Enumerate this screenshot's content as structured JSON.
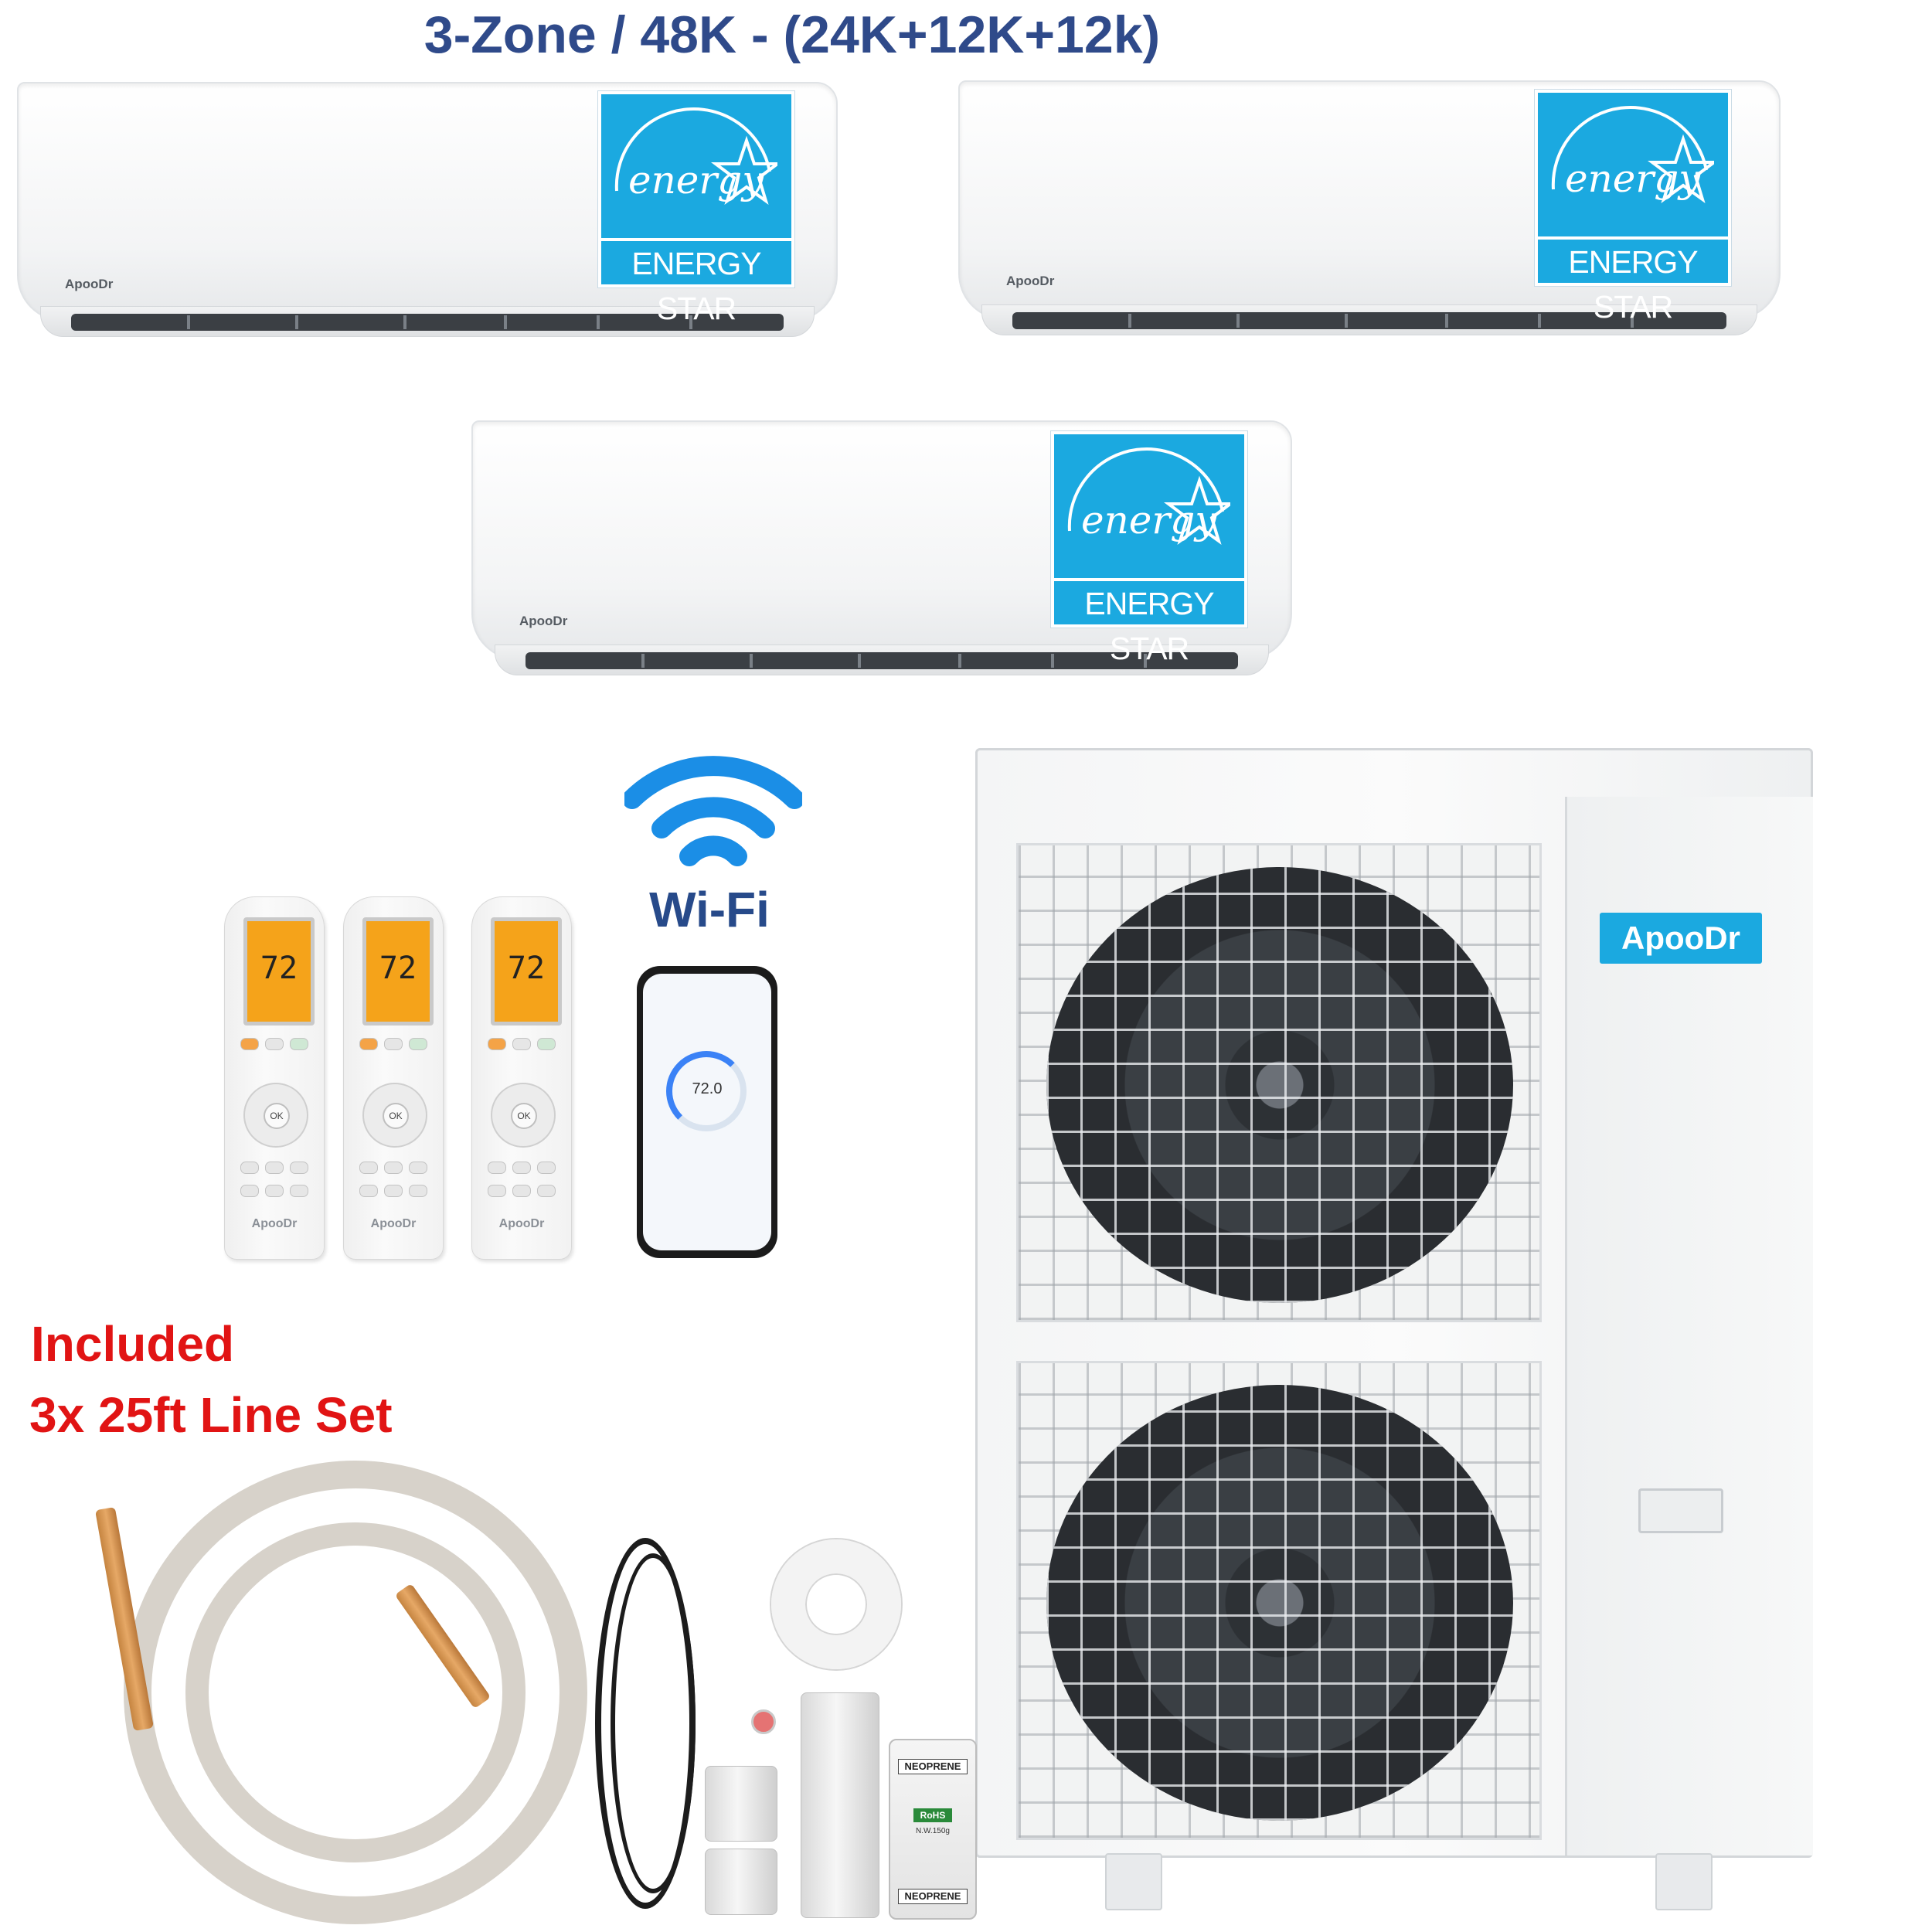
{
  "title": "3-Zone / 48K - (24K+12K+12k)",
  "indoor_units": [
    {
      "brand": "ApooDr",
      "badge_script": "energy",
      "badge_label": "ENERGY STAR"
    },
    {
      "brand": "ApooDr",
      "badge_script": "energy",
      "badge_label": "ENERGY STAR"
    },
    {
      "brand": "ApooDr",
      "badge_script": "energy",
      "badge_label": "ENERGY STAR"
    }
  ],
  "wifi_label": "Wi-Fi",
  "remotes": [
    {
      "temp": "72",
      "brand": "ApooDr"
    },
    {
      "temp": "72",
      "brand": "ApooDr"
    },
    {
      "temp": "72",
      "brand": "ApooDr"
    }
  ],
  "phone": {
    "temp": "72.0"
  },
  "outdoor": {
    "brand": "ApooDr"
  },
  "callout": {
    "line1": "Included",
    "line2": "3x 25ft Line Set"
  },
  "accessories": {
    "bag_top": "NEOPRENE",
    "bag_mark": "RoHS",
    "bag_weight": "N.W.150g",
    "bag_bottom": "NEOPRENE"
  },
  "colors": {
    "title": "#2f4a8a",
    "energy_star": "#1ba9e0",
    "callout": "#e11414",
    "wifi": "#1b8ee6"
  },
  "icons": [
    "energy-star-logo",
    "wifi-icon",
    "power-icon",
    "ok-button-icon",
    "fan-icon"
  ]
}
